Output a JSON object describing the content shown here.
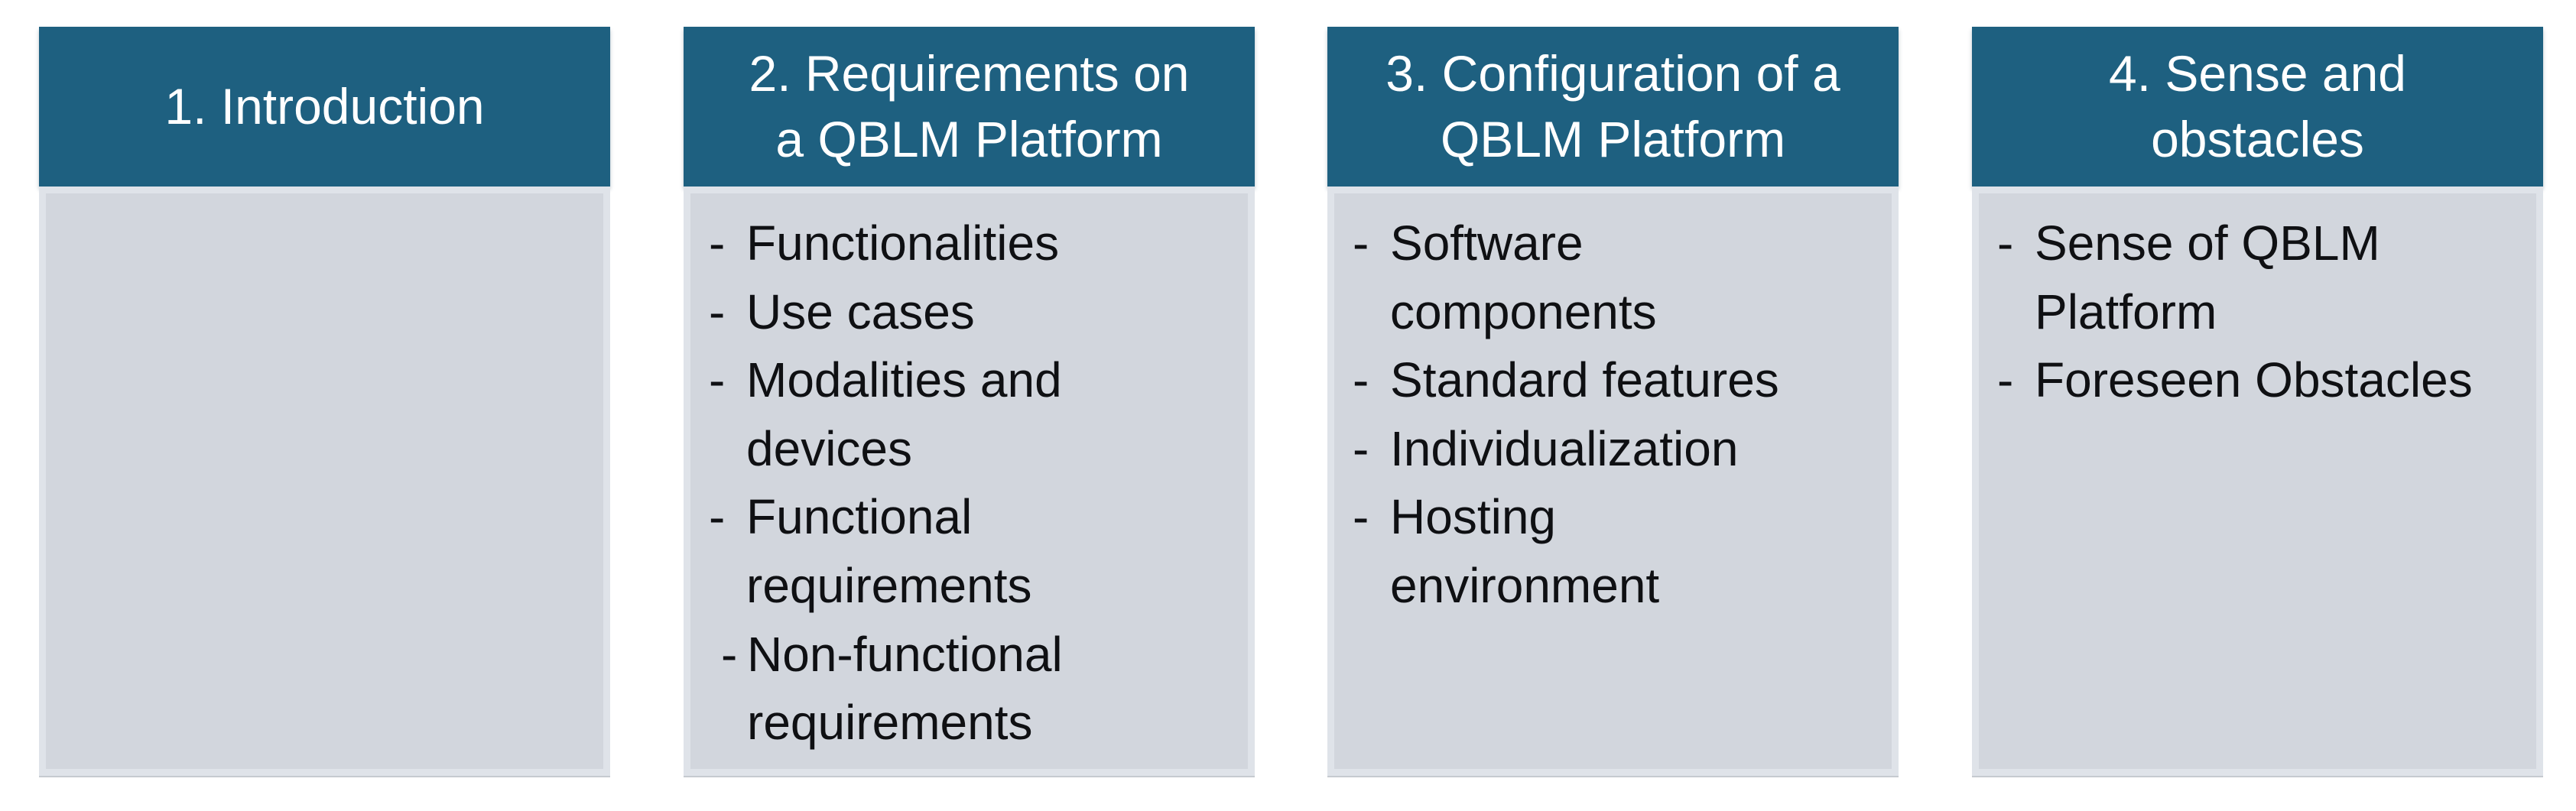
{
  "slide": {
    "dash": "-",
    "colors": {
      "page_bg": "#FFFFFF",
      "header_bg": "#1E6080",
      "header_fg": "#FFFFFF",
      "body_bg": "#D2D6DD",
      "body_frame": "#DFE3E9",
      "text_fg": "#0F1013"
    },
    "sections": [
      {
        "title": "1. Introduction",
        "items": []
      },
      {
        "title": "2. Requirements on\na QBLM Platform",
        "items": [
          {
            "text": "Functionalities"
          },
          {
            "text": "Use cases"
          },
          {
            "text": "Modalities and\ndevices"
          },
          {
            "text": "Functional\nrequirements"
          },
          {
            "text": "Non-functional\nrequirements"
          }
        ]
      },
      {
        "title": "3. Configuration of a\nQBLM Platform",
        "items": [
          {
            "text": "Software\ncomponents"
          },
          {
            "text": "Standard features"
          },
          {
            "text": "Individualization"
          },
          {
            "text": "Hosting\nenvironment"
          }
        ]
      },
      {
        "title": "4. Sense and\nobstacles",
        "items": [
          {
            "text": "Sense of QBLM\nPlatform"
          },
          {
            "text": "Foreseen Obstacles"
          }
        ]
      }
    ]
  }
}
